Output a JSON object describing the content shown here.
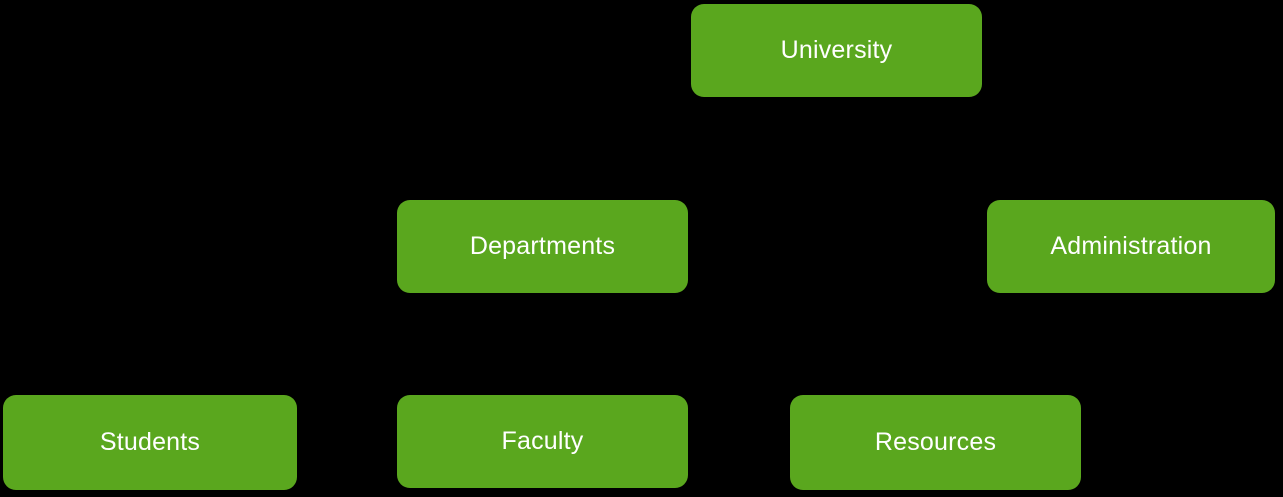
{
  "diagram": {
    "type": "org-chart",
    "background_color": "#000000",
    "node_fill_color": "#5aa71e",
    "node_text_color": "#ffffff",
    "nodes": [
      {
        "id": "university",
        "label": "University",
        "row": 0
      },
      {
        "id": "departments",
        "label": "Departments",
        "row": 1
      },
      {
        "id": "administration",
        "label": "Administration",
        "row": 1
      },
      {
        "id": "students",
        "label": "Students",
        "row": 2
      },
      {
        "id": "faculty",
        "label": "Faculty",
        "row": 2
      },
      {
        "id": "resources",
        "label": "Resources",
        "row": 2
      }
    ]
  }
}
